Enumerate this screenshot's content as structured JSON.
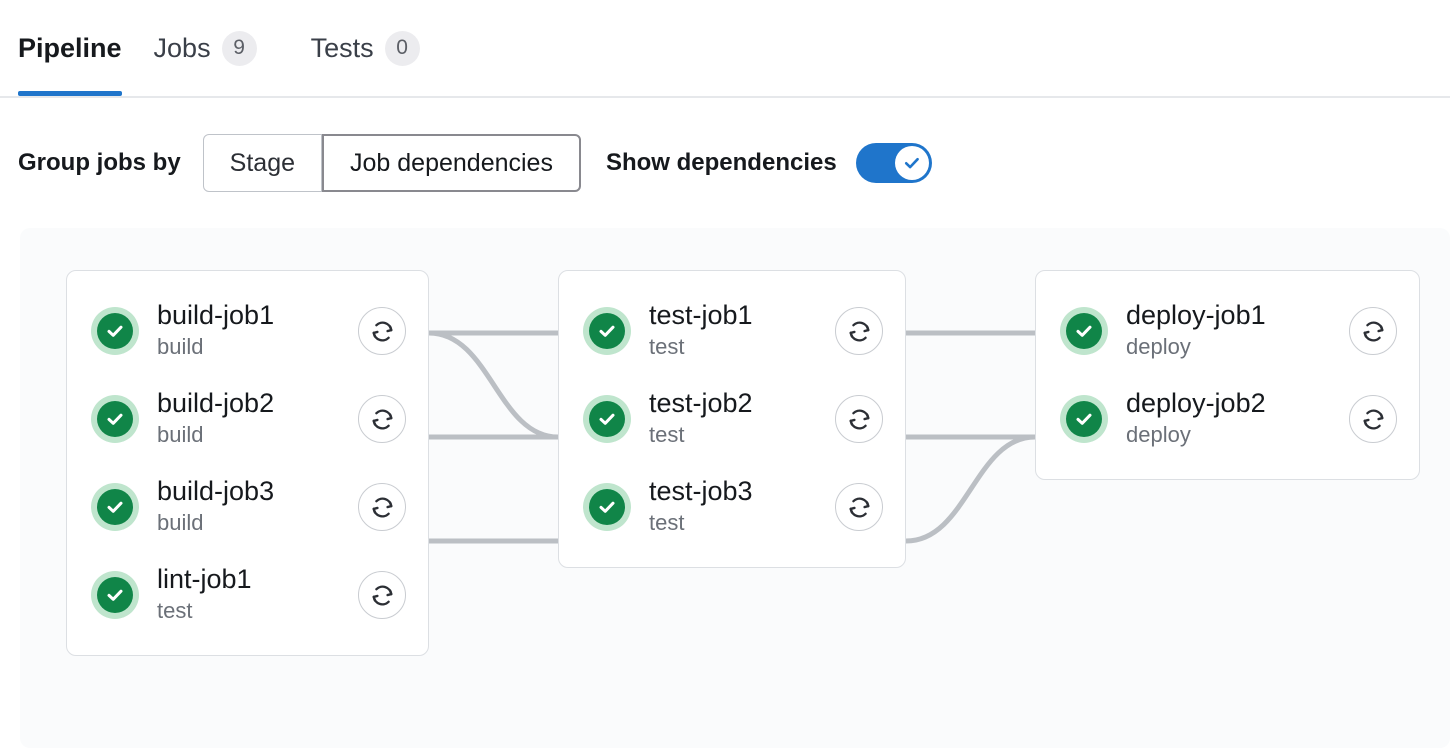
{
  "tabs": [
    {
      "label": "Pipeline",
      "badge": null,
      "active": true
    },
    {
      "label": "Jobs",
      "badge": "9",
      "active": false
    },
    {
      "label": "Tests",
      "badge": "0",
      "active": false
    }
  ],
  "controls": {
    "group_label": "Group jobs by",
    "group_options": [
      {
        "label": "Stage",
        "selected": false
      },
      {
        "label": "Job dependencies",
        "selected": true
      }
    ],
    "show_dependencies_label": "Show dependencies",
    "show_dependencies_on": true
  },
  "colors": {
    "accent": "#1f75cb",
    "success": "#108548",
    "success_halo": "#bfe5cd",
    "panel_bg": "#fafbfc",
    "edge": "#bbbfc4",
    "card_border": "#dcdfe3",
    "muted_text": "#6b7078"
  },
  "graph": {
    "columns": [
      {
        "name": "build-column",
        "jobs": [
          {
            "name": "build-job1",
            "stage": "build",
            "status": "success",
            "retry_icon": "retry-icon"
          },
          {
            "name": "build-job2",
            "stage": "build",
            "status": "success",
            "retry_icon": "retry-icon"
          },
          {
            "name": "build-job3",
            "stage": "build",
            "status": "success",
            "retry_icon": "retry-icon"
          },
          {
            "name": "lint-job1",
            "stage": "test",
            "status": "success",
            "retry_icon": "retry-icon"
          }
        ]
      },
      {
        "name": "test-column",
        "jobs": [
          {
            "name": "test-job1",
            "stage": "test",
            "status": "success",
            "retry_icon": "retry-icon"
          },
          {
            "name": "test-job2",
            "stage": "test",
            "status": "success",
            "retry_icon": "retry-icon"
          },
          {
            "name": "test-job3",
            "stage": "test",
            "status": "success",
            "retry_icon": "retry-icon"
          }
        ]
      },
      {
        "name": "deploy-column",
        "jobs": [
          {
            "name": "deploy-job1",
            "stage": "deploy",
            "status": "success",
            "retry_icon": "retry-icon"
          },
          {
            "name": "deploy-job2",
            "stage": "deploy",
            "status": "success",
            "retry_icon": "retry-icon"
          }
        ]
      }
    ],
    "edges": [
      {
        "from": "build-job1",
        "to": "test-job1"
      },
      {
        "from": "build-job1",
        "to": "test-job2"
      },
      {
        "from": "build-job2",
        "to": "test-job2"
      },
      {
        "from": "build-job3",
        "to": "test-job3"
      },
      {
        "from": "test-job1",
        "to": "deploy-job1"
      },
      {
        "from": "test-job2",
        "to": "deploy-job2"
      },
      {
        "from": "test-job3",
        "to": "deploy-job2"
      }
    ]
  }
}
